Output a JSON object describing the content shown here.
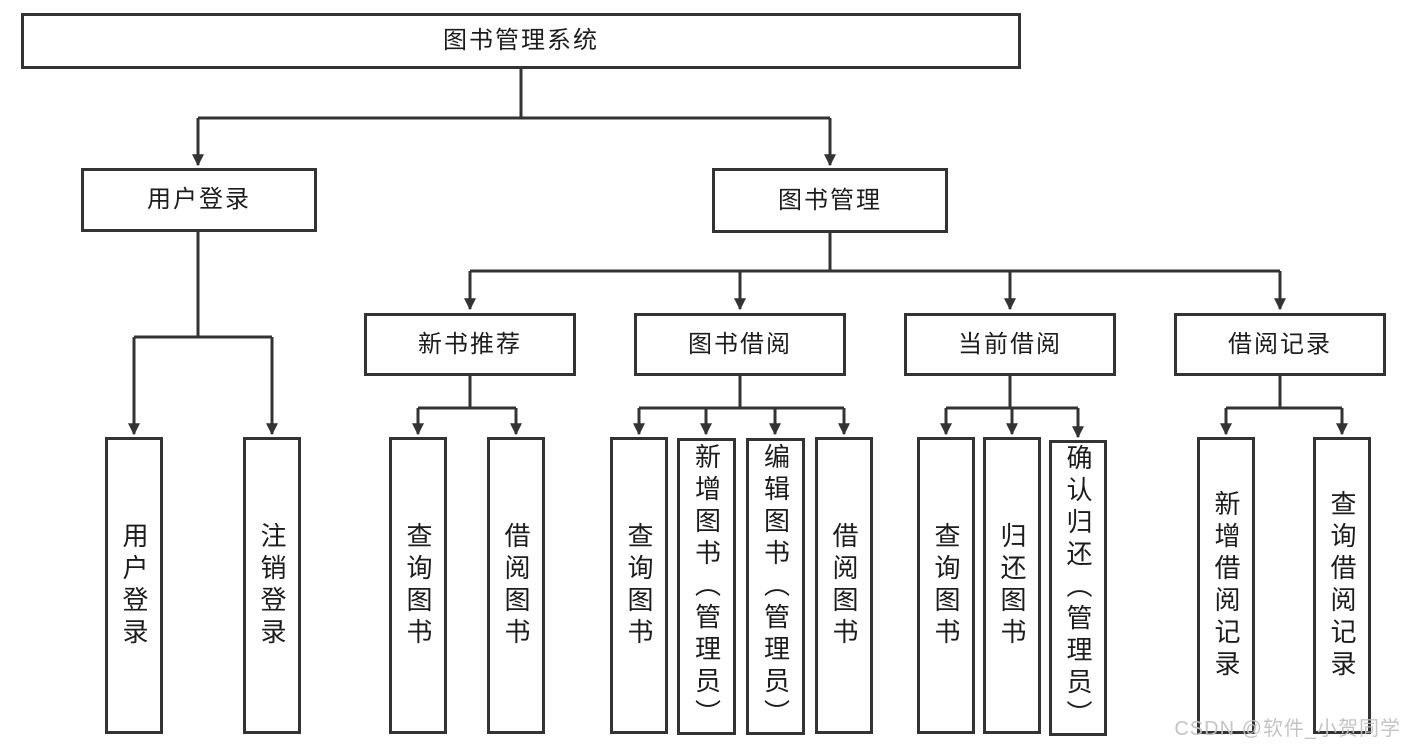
{
  "tree": {
    "root": "图书管理系统",
    "children": [
      {
        "label": "用户登录",
        "children": [
          {
            "label": "用户登录"
          },
          {
            "label": "注销登录"
          }
        ]
      },
      {
        "label": "图书管理",
        "children": [
          {
            "label": "新书推荐",
            "children": [
              {
                "label": "查询图书"
              },
              {
                "label": "借阅图书"
              }
            ]
          },
          {
            "label": "图书借阅",
            "children": [
              {
                "label": "查询图书"
              },
              {
                "label": "新增图书（管理员）"
              },
              {
                "label": "编辑图书（管理员）"
              },
              {
                "label": "借阅图书"
              }
            ]
          },
          {
            "label": "当前借阅",
            "children": [
              {
                "label": "查询图书"
              },
              {
                "label": "归还图书"
              },
              {
                "label": "确认归还（管理员）"
              }
            ]
          },
          {
            "label": "借阅记录",
            "children": [
              {
                "label": "新增借阅记录"
              },
              {
                "label": "查询借阅记录"
              }
            ]
          }
        ]
      }
    ]
  },
  "watermark": {
    "text": "CSDN @软件_小贺同学"
  },
  "colors": {
    "line": "#333333",
    "box_border": "#333333",
    "text": "#1c1c1c",
    "watermark": "#c1c1c1",
    "background": "#ffffff"
  }
}
